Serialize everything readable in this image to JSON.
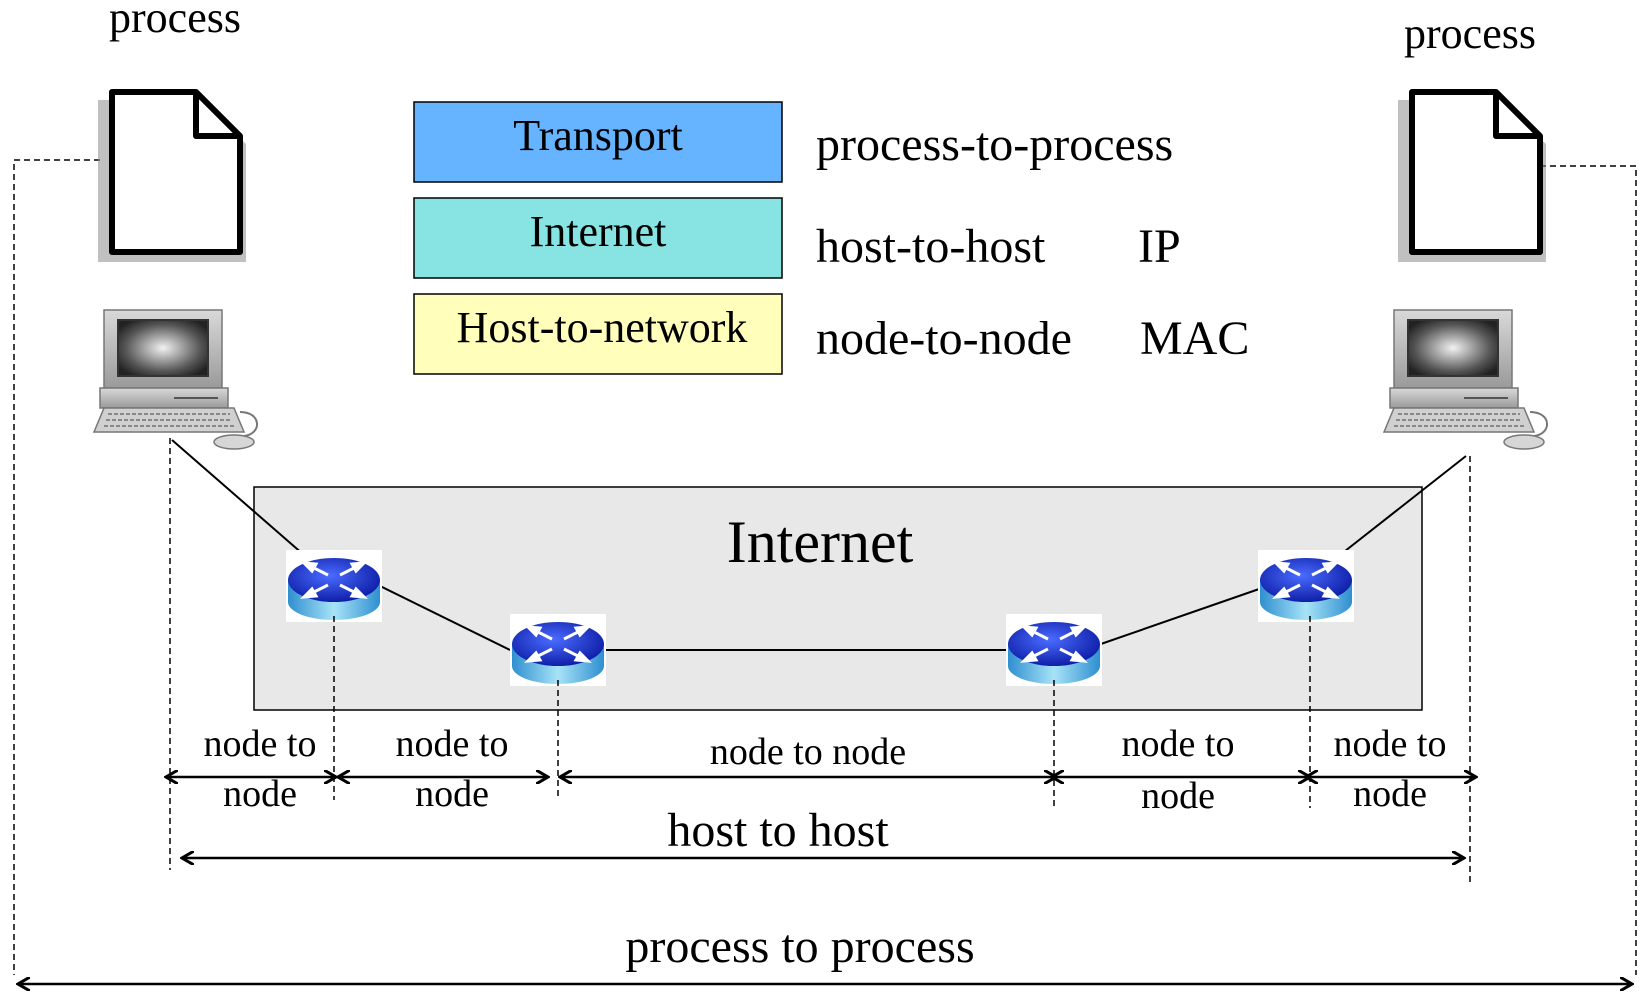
{
  "labels": {
    "process_left": "process",
    "process_right": "process",
    "internet_cloud": "Internet"
  },
  "layers": [
    {
      "name": "Transport",
      "scope": "process-to-process",
      "protocol": "",
      "color": "#66b3ff"
    },
    {
      "name": "Internet",
      "scope": "host-to-host",
      "protocol": "IP",
      "color": "#88e3e3"
    },
    {
      "name": "Host-to-network",
      "scope": "node-to-node",
      "protocol": "MAC",
      "color": "#ffffbb"
    }
  ],
  "spans": {
    "node_to_node_1": [
      "node to",
      "node"
    ],
    "node_to_node_2": [
      "node to",
      "node"
    ],
    "node_to_node_3": "node to node",
    "node_to_node_4": [
      "node to",
      "node"
    ],
    "node_to_node_5": [
      "node to",
      "node"
    ],
    "host_to_host": "host to host",
    "process_to_process": "process to process"
  },
  "colors": {
    "internet_box": "#e8e8e8",
    "router_top": "#3a5ff0",
    "router_side": "#6cc4e8"
  }
}
